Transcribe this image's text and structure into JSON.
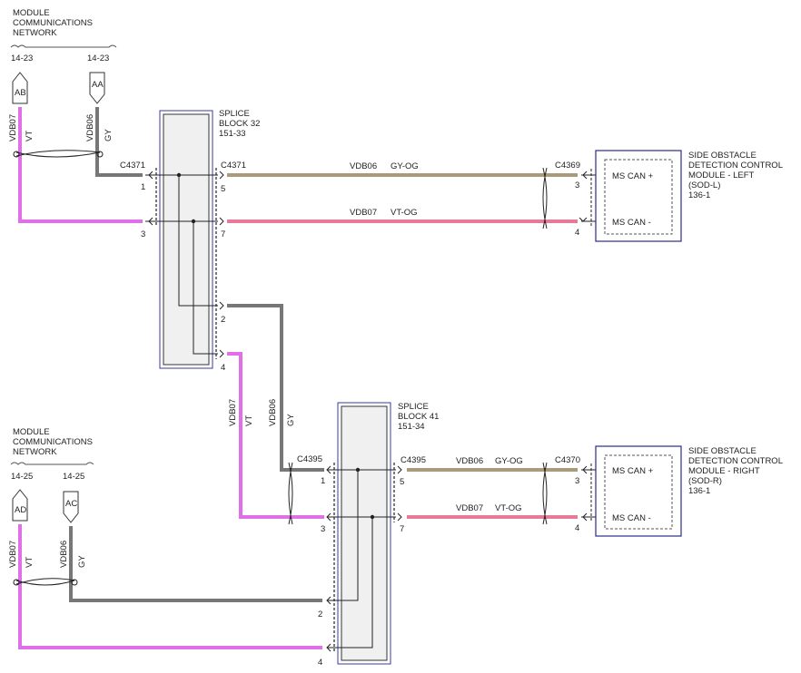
{
  "colors": {
    "violet": "#e070e8",
    "gray": "#777777",
    "gray_orange": "#a89a7a",
    "violet_orange": "#e87a98",
    "module_border": "#2b2b8a",
    "splice_border": "#3a3aa0",
    "splice_fill": "#f0f0f0"
  },
  "network_top": {
    "title_lines": [
      "MODULE",
      "COMMUNICATIONS",
      "NETWORK"
    ],
    "page_left": "14-23",
    "page_right": "14-23",
    "conn_left": "AB",
    "conn_right": "AA",
    "wire_left_circuit": "VDB07",
    "wire_left_color": "VT",
    "wire_right_circuit": "VDB06",
    "wire_right_color": "GY"
  },
  "network_bottom": {
    "title_lines": [
      "MODULE",
      "COMMUNICATIONS",
      "NETWORK"
    ],
    "page_left": "14-25",
    "page_right": "14-25",
    "conn_left": "AD",
    "conn_right": "AC",
    "wire_left_circuit": "VDB07",
    "wire_left_color": "VT",
    "wire_right_circuit": "VDB06",
    "wire_right_color": "GY"
  },
  "splice32": {
    "title_lines": [
      "SPLICE",
      "BLOCK 32",
      "151-33"
    ],
    "conn_left": "C4371",
    "conn_right": "C4371",
    "pin_l1": "1",
    "pin_l3": "3",
    "pin_r5": "5",
    "pin_r7": "7",
    "pin_r2": "2",
    "pin_r4": "4"
  },
  "splice41": {
    "title_lines": [
      "SPLICE",
      "BLOCK 41",
      "151-34"
    ],
    "conn_left": "C4395",
    "conn_right": "C4395",
    "pin_l1": "1",
    "pin_l3": "3",
    "pin_l2": "2",
    "pin_l4": "4",
    "pin_r5": "5",
    "pin_r7": "7"
  },
  "between_wires": {
    "wire_vt_circuit": "VDB07",
    "wire_vt_color": "VT",
    "wire_gy_circuit": "VDB06",
    "wire_gy_color": "GY"
  },
  "top_run": {
    "wire1_circuit": "VDB06",
    "wire1_color": "GY-OG",
    "wire2_circuit": "VDB07",
    "wire2_color": "VT-OG",
    "conn": "C4369",
    "pin_a": "3",
    "pin_b": "4"
  },
  "bottom_run": {
    "wire1_circuit": "VDB06",
    "wire1_color": "GY-OG",
    "wire2_circuit": "VDB07",
    "wire2_color": "VT-OG",
    "conn": "C4370",
    "pin_a": "3",
    "pin_b": "4"
  },
  "module_left": {
    "pin_plus": "MS CAN +",
    "pin_minus": "MS CAN -",
    "title_lines": [
      "SIDE OBSTACLE",
      "DETECTION CONTROL",
      "MODULE - LEFT",
      "(SOD-L)",
      "136-1"
    ]
  },
  "module_right": {
    "pin_plus": "MS CAN +",
    "pin_minus": "MS CAN -",
    "title_lines": [
      "SIDE OBSTACLE",
      "DETECTION CONTROL",
      "MODULE - RIGHT",
      "(SOD-R)",
      "136-1"
    ]
  }
}
